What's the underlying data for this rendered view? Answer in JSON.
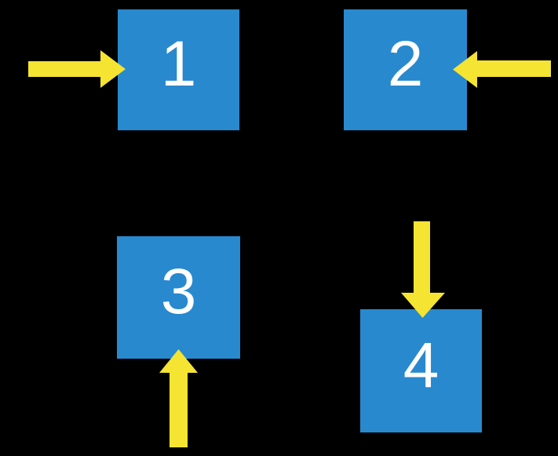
{
  "diagram": {
    "background_color": "#000000",
    "colors": {
      "box_fill": "#2889CF",
      "arrow_fill": "#F5E431",
      "label_text": "#FFFFFF"
    },
    "boxes": [
      {
        "label": "1",
        "arrow_direction": "right",
        "arrow_points_at": "left-edge"
      },
      {
        "label": "2",
        "arrow_direction": "left",
        "arrow_points_at": "right-edge"
      },
      {
        "label": "3",
        "arrow_direction": "up",
        "arrow_points_at": "bottom-edge"
      },
      {
        "label": "4",
        "arrow_direction": "down",
        "arrow_points_at": "top-edge"
      }
    ]
  }
}
